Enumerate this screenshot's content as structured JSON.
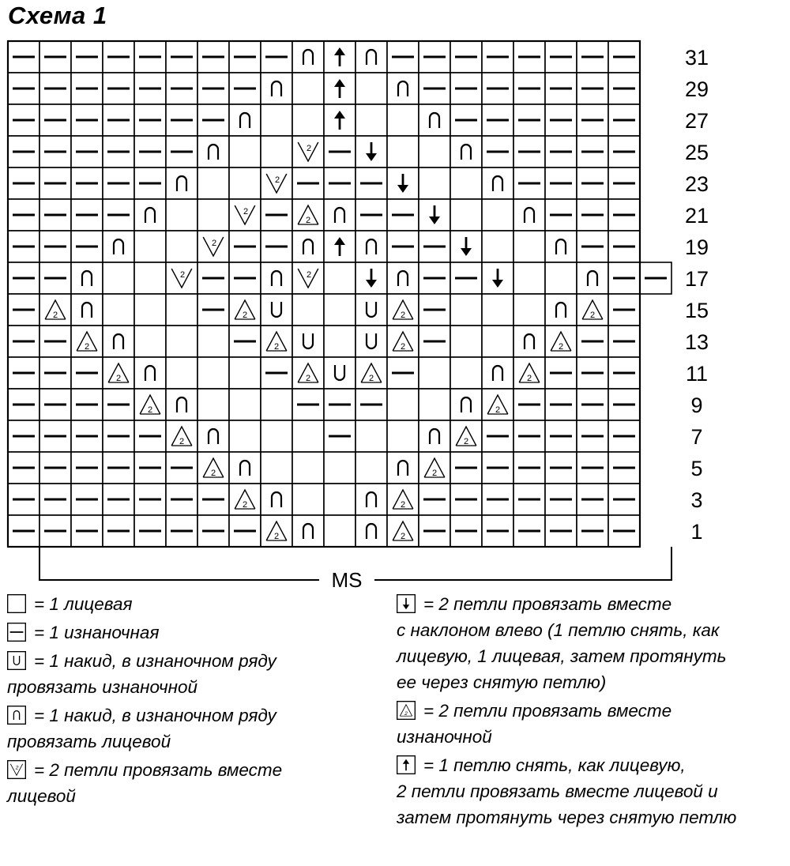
{
  "title": "Схема 1",
  "repeat_label": "MS",
  "row_numbers": [
    "31",
    "29",
    "27",
    "25",
    "23",
    "21",
    "19",
    "17",
    "15",
    "13",
    "11",
    "9",
    "7",
    "5",
    "3",
    "1"
  ],
  "grid": [
    "-,-,-,-,-,-,-,-,-,O,A,O,-,-,-,-,-,-,-,-",
    "-,-,-,-,-,-,-,-,O,,A,,O,-,-,-,-,-,-,-",
    "-,-,-,-,-,-,-,O,,,A,,,O,-,-,-,-,-,-",
    "-,-,-,-,-,-,O,,,K,-,D,,,O,-,-,-,-,-",
    "-,-,-,-,-,O,,,K,-,-,-,D,,,O,-,-,-,-",
    "-,-,-,-,O,,,K,-,P,O,-,-,D,,,O,-,-,-",
    "-,-,-,O,,,K,-,-,O,A,O,-,-,D,,,O,-,-",
    "-,-,O,,,K,-,-,O,K,,D,O,-,-,D,,,O,-,-",
    "-,P,O,,,,-,P,U,,,U,P,-,,,,O,P,-",
    "-,-,P,O,,,,-,P,U,,U,P,-,,,O,P,-,-",
    "-,-,-,P,O,,,,-,P,U,P,-,,,O,P,-,-,-",
    "-,-,-,-,P,O,,,,-,-,-,,,O,P,-,-,-,-",
    "-,-,-,-,-,P,O,,,,-,,,O,P,-,-,-,-,-",
    "-,-,-,-,-,-,P,O,,,,,O,P,-,-,-,-,-,-",
    "-,-,-,-,-,-,-,P,O,,,O,P,-,-,-,-,-,-,-",
    "-,-,-,-,-,-,-,-,P,O,,O,P,-,-,-,-,-,-,-"
  ],
  "legend_left": [
    {
      "icon": "empty",
      "icon_name": "knit-stitch-icon",
      "text": "= 1 лицевая"
    },
    {
      "icon": "dash",
      "icon_name": "purl-stitch-icon",
      "text": "= 1 изнаночная"
    },
    {
      "icon": "U",
      "icon_name": "yarn-over-purl-icon",
      "text": "= 1 накид, в изнаночном ряду",
      "text2": "провязать изнаночной"
    },
    {
      "icon": "O",
      "icon_name": "yarn-over-knit-icon",
      "text": "= 1 накид, в изнаночном ряду",
      "text2": "провязать лицевой"
    },
    {
      "icon": "K",
      "icon_name": "knit-two-together-icon",
      "text": "= 2 петли провязать вместе",
      "text2": "лицевой"
    }
  ],
  "legend_right": [
    {
      "icon": "D",
      "icon_name": "left-leaning-decrease-icon",
      "text": "= 2 петли провязать вместе",
      "text2": "с наклоном влево (1 петлю снять, как",
      "text3": "лицевую, 1 лицевая, затем протянуть",
      "text4": "ее через снятую петлю)"
    },
    {
      "icon": "P",
      "icon_name": "purl-two-together-icon",
      "text": "= 2 петли провязать вместе",
      "text2": "изнаночной"
    },
    {
      "icon": "A",
      "icon_name": "central-double-decrease-icon",
      "text": "= 1 петлю снять, как лицевую,",
      "text2": "2 петли провязать вместе лицевой и",
      "text3": "затем протянуть через снятую петлю"
    }
  ]
}
